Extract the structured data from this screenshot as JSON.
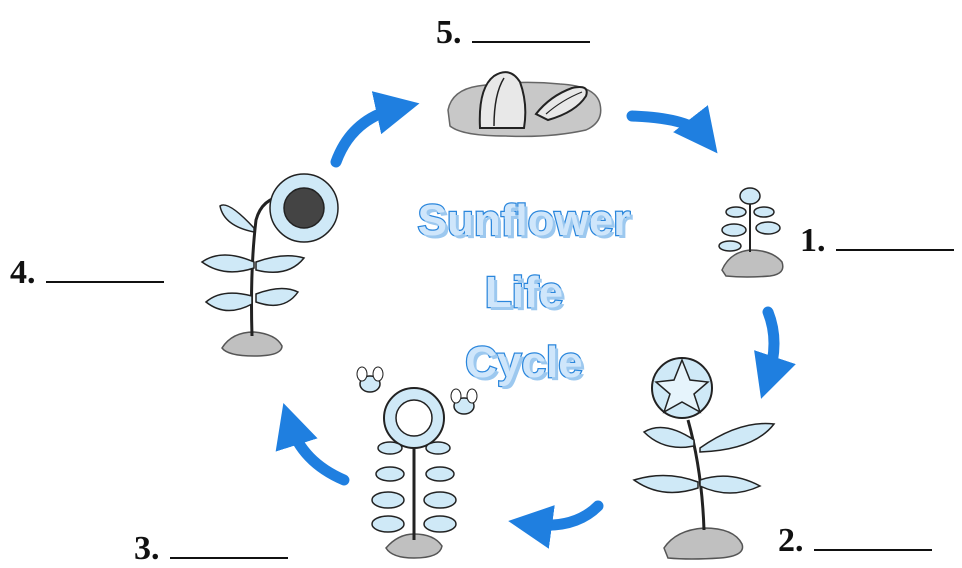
{
  "title": {
    "line1": "Sunflower",
    "line2": "Life",
    "line3": "Cycle"
  },
  "labels": {
    "stage1": "1.",
    "stage2": "2.",
    "stage3": "3.",
    "stage4": "4.",
    "stage5": "5."
  },
  "colors": {
    "arrow": "#1f7fe0",
    "leaf_fill": "#cfe9f7",
    "title_fill": "#cfe6fb",
    "title_stroke": "#2a86dc",
    "soil": "#bdbdbd",
    "outline": "#333333"
  },
  "stages_order": [
    "seeds",
    "sprout",
    "budding-plant",
    "blooming-flower-with-bees",
    "mature-sunflower"
  ]
}
